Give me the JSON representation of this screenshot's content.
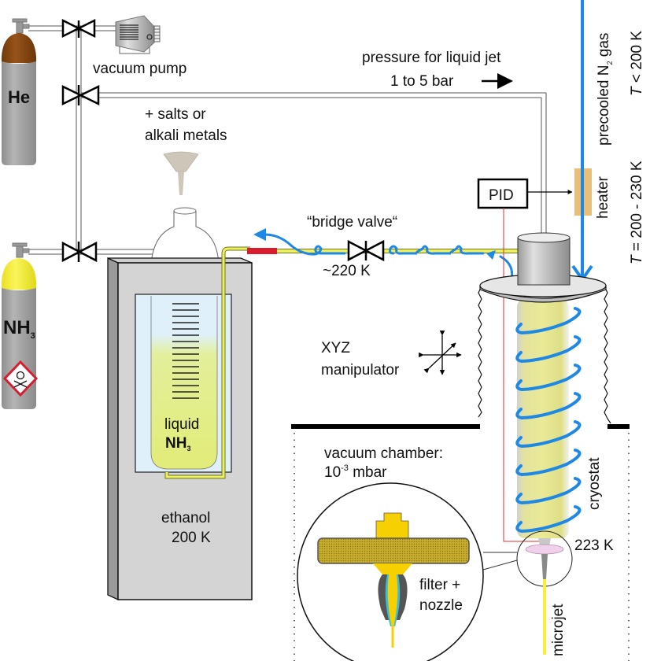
{
  "diagram": {
    "title": "Liquid ammonia microjet setup",
    "labels": {
      "vacuum_pump": "vacuum pump",
      "he_cylinder": "He",
      "nh3_cylinder_main": "NH",
      "nh3_cylinder_sub": "3",
      "salts_line1": "+ salts or",
      "salts_line2": "alkali metals",
      "pressure_line1": "pressure for liquid jet",
      "pressure_line2": "1 to 5 bar",
      "bridge_valve": "“bridge valve“",
      "bridge_temp": "~220 K",
      "pid": "PID",
      "heater": "heater",
      "precooled_pre": "precooled N",
      "precooled_sub": "2",
      "precooled_post": " gas",
      "t_lt_italic": "T",
      "t_lt_rest": " < 200 K",
      "t_range_italic": "T",
      "t_range_rest": " = 200 - 230 K",
      "xyz_line1": "XYZ",
      "xyz_line2": "manipulator",
      "liquid_line1": "liquid",
      "liquid_nh3_main": "NH",
      "liquid_nh3_sub": "3",
      "ethanol_line1": "ethanol",
      "ethanol_line2": "200 K",
      "vacuum_line1": "vacuum chamber:",
      "vacuum_line2_base": "10",
      "vacuum_line2_exp": "-3",
      "vacuum_line2_unit": " mbar",
      "cryostat": "cryostat",
      "nozzle_temp": "223 K",
      "filter_line1": "filter +",
      "filter_line2": "nozzle",
      "microjet": "microjet"
    },
    "colors": {
      "he_cap": "#8B4A12",
      "cylinder_body": "#A8A8A8",
      "nh3_cap": "#F5F03A",
      "coolant_blue": "#1E88E5",
      "ammonia_yellow": "#E8EE7A",
      "heater_tan": "#E8BE78",
      "red_section": "#D81E2E",
      "pid_wire": "#E03030",
      "ethanol_bath": "#DDF0FB",
      "dewar_gray": "#D4D4D4",
      "nozzle_yellow": "#F6D000",
      "filter_olive": "#C8B030"
    }
  }
}
